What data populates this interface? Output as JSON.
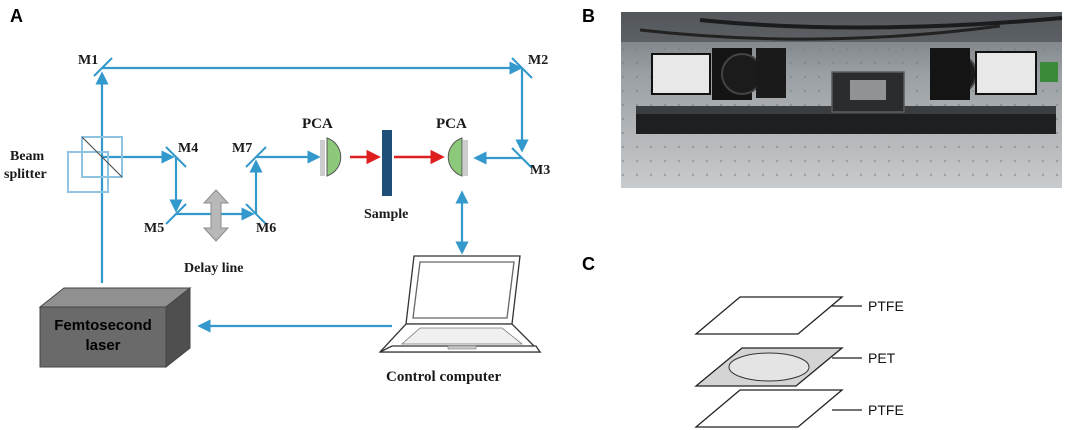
{
  "panels": {
    "a": "A",
    "b": "B",
    "c": "C"
  },
  "mirrors": {
    "m1": "M1",
    "m2": "M2",
    "m3": "M3",
    "m4": "M4",
    "m5": "M5",
    "m6": "M6",
    "m7": "M7"
  },
  "labels": {
    "beam_splitter_1": "Beam",
    "beam_splitter_2": "splitter",
    "pca_emitter": "PCA",
    "pca_detector": "PCA",
    "sample": "Sample",
    "delay_line": "Delay line",
    "laser_1": "Femtosecond",
    "laser_2": "laser",
    "computer": "Control computer"
  },
  "layers": {
    "top": "PTFE",
    "middle": "PET",
    "bottom": "PTFE"
  },
  "colors": {
    "beam": "#3399cc",
    "thz": "#dd1f1f",
    "pca": "#8cc97a",
    "sample": "#1f4e79",
    "laser_box": "#6a6a6a",
    "delay_arrow": "#b8b8b8"
  }
}
